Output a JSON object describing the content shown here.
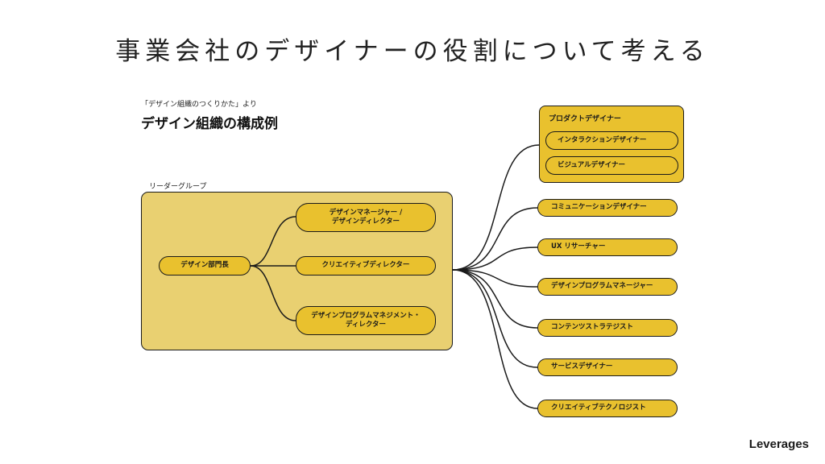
{
  "title": "事業会社のデザイナーの役割について考える",
  "source": "「デザイン組織のつくりかた」より",
  "subtitle": "デザイン組織の構成例",
  "leader_group": {
    "label": "リーダーグループ",
    "head": "デザイン部門長",
    "directors": [
      {
        "line1": "デザインマネージャー /",
        "line2": "デザインディレクター"
      },
      {
        "line1": "クリエイティブディレクター",
        "line2": ""
      },
      {
        "line1": "デザインプログラムマネジメント・",
        "line2": "ディレクター"
      }
    ]
  },
  "product_group": {
    "label": "プロダクトデザイナー",
    "items": [
      "インタラクションデザイナー",
      "ビジュアルデザイナー"
    ]
  },
  "roles": [
    "コミュニケーションデザイナー",
    "UX リサーチャー",
    "デザインプログラムマネージャー",
    "コンテンツストラテジスト",
    "サービスデザイナー",
    "クリエイティブテクノロジスト"
  ],
  "brand": "Leverages",
  "colors": {
    "accent": "#e9c12e",
    "group_fill": "#e9d071",
    "stroke": "#1a1a1a"
  }
}
